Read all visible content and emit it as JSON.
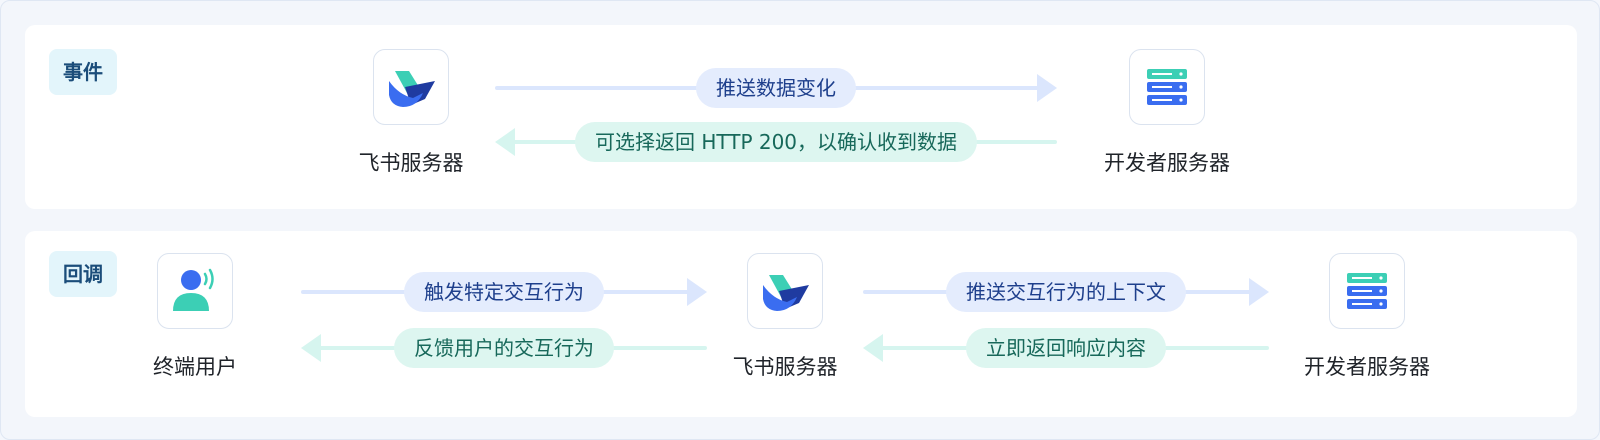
{
  "event": {
    "tag": "事件",
    "source": {
      "label": "飞书服务器",
      "icon": "feishu-logo-icon"
    },
    "target": {
      "label": "开发者服务器",
      "icon": "server-rack-icon"
    },
    "push_label": "推送数据变化",
    "reply_label": "可选择返回 HTTP 200，以确认收到数据"
  },
  "callback": {
    "tag": "回调",
    "user": {
      "label": "终端用户",
      "icon": "user-signal-icon"
    },
    "server": {
      "label": "飞书服务器",
      "icon": "feishu-logo-icon"
    },
    "dev": {
      "label": "开发者服务器",
      "icon": "server-rack-icon"
    },
    "trigger_label": "触发特定交互行为",
    "feedback_label": "反馈用户的交互行为",
    "push_label": "推送交互行为的上下文",
    "reply_label": "立即返回响应内容"
  },
  "colors": {
    "blue_arrow": "#dbe6fd",
    "green_arrow": "#d6f5ef",
    "logo_teal": "#3ccfb5",
    "logo_blue": "#3a6df0",
    "logo_navy": "#1f3ba0"
  }
}
